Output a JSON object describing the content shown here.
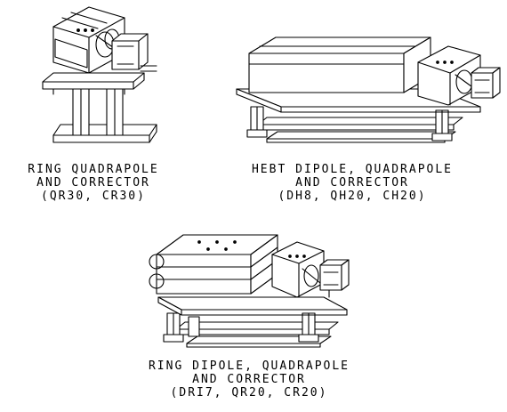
{
  "figures": [
    {
      "id": "ring-quadrapole",
      "caption": [
        "RING QUADRAPOLE",
        "AND CORRECTOR",
        "(QR30, CR30)"
      ]
    },
    {
      "id": "hebt-dipole",
      "caption": [
        "HEBT DIPOLE, QUADRAPOLE",
        "AND CORRECTOR",
        "(DH8, QH20, CH20)"
      ]
    },
    {
      "id": "ring-dipole",
      "caption": [
        "RING DIPOLE, QUADRAPOLE",
        "AND CORRECTOR",
        "(DRI7, QR20, CR20)"
      ]
    }
  ],
  "line_color": "#000000",
  "background_color": "#ffffff"
}
